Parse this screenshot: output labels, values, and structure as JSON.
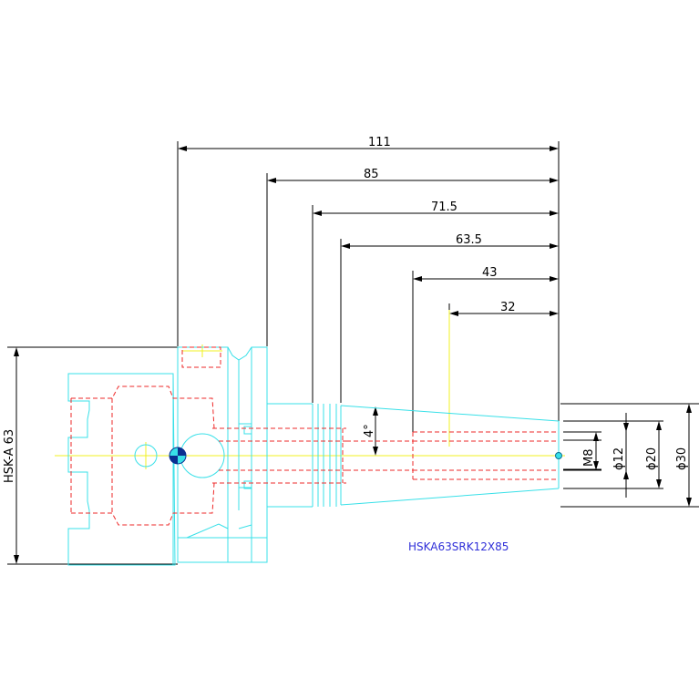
{
  "dimensions": {
    "length_111": "111",
    "length_85": "85",
    "length_71_5": "71.5",
    "length_63_5": "63.5",
    "length_43": "43",
    "length_32": "32",
    "angle_4": "4°",
    "thread_m8": "M8",
    "dia_12": "ϕ12",
    "dia_20": "ϕ20",
    "dia_30": "ϕ30",
    "shank_hsk": "HSK-A 63"
  },
  "part_label": "HSKA63SRK12X85",
  "colors": {
    "outline": "#38e0e8",
    "hidden": "#ee2a2a",
    "dimension": "#000000",
    "centerline": "#f0f020",
    "label": "#2f2fd8"
  }
}
